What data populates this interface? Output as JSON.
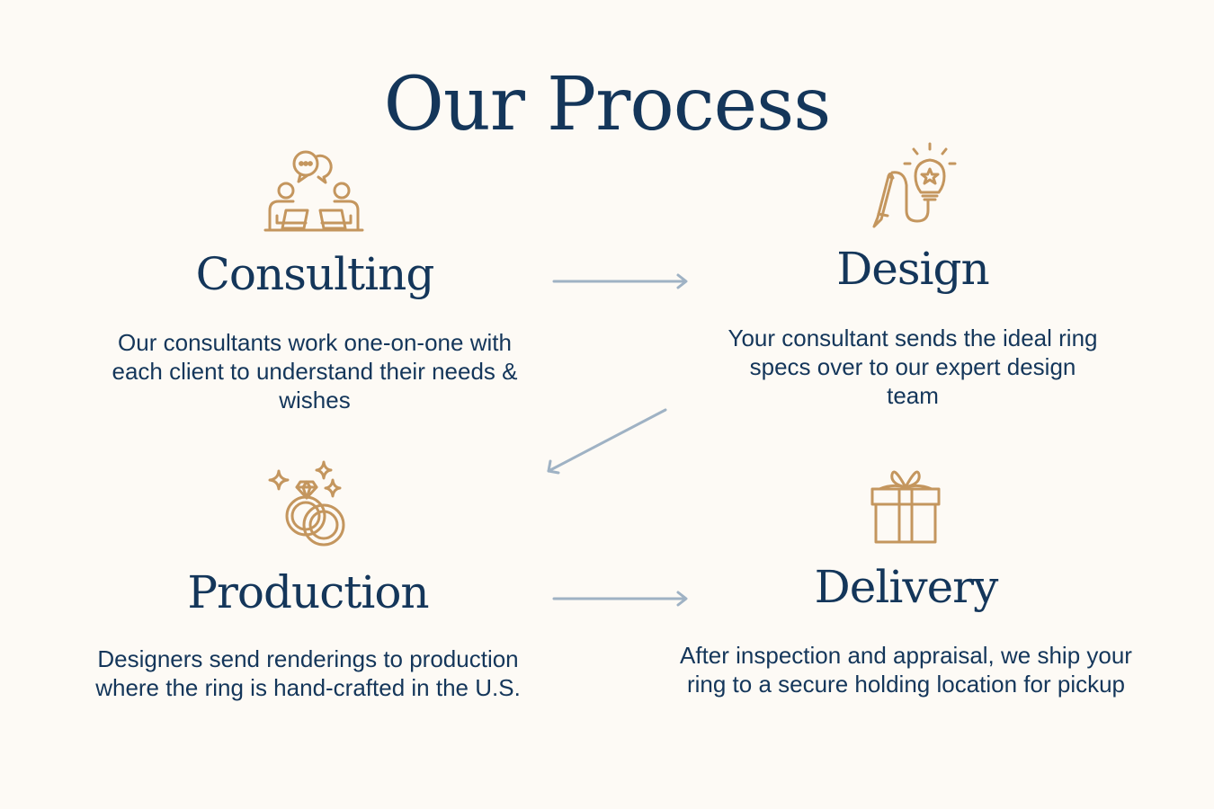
{
  "title": "Our Process",
  "colors": {
    "background": "#fdfaf5",
    "text": "#14365a",
    "icon": "#c4965e",
    "arrow": "#9fb2c4"
  },
  "steps": [
    {
      "heading": "Consulting",
      "description": "Our consultants work one-on-one with each client to understand their needs & wishes",
      "icon": "consultation-icon"
    },
    {
      "heading": "Design",
      "description": "Your consultant sends the ideal ring specs over to our expert design team",
      "icon": "pencil-lightbulb-icon"
    },
    {
      "heading": "Production",
      "description": "Designers send renderings to production where the ring is hand-crafted in the U.S.",
      "icon": "rings-icon"
    },
    {
      "heading": "Delivery",
      "description": "After inspection and appraisal, we ship your ring to a secure holding location for pickup",
      "icon": "gift-icon"
    }
  ]
}
